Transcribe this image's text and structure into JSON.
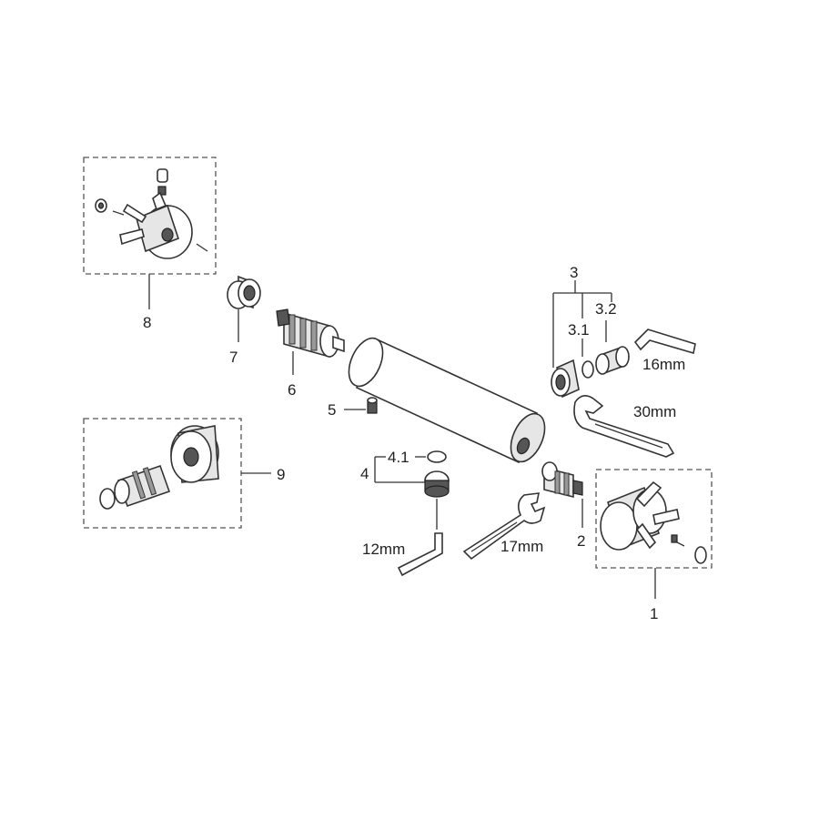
{
  "labels": {
    "l1": "1",
    "l2": "2",
    "l3": "3",
    "l3_1": "3.1",
    "l3_2": "3.2",
    "l4": "4",
    "l4_1": "4.1",
    "l5": "5",
    "l6": "6",
    "l7": "7",
    "l8": "8",
    "l9": "9",
    "wrench_16": "16mm",
    "wrench_30": "30mm",
    "wrench_12": "12mm",
    "wrench_17": "17mm"
  }
}
